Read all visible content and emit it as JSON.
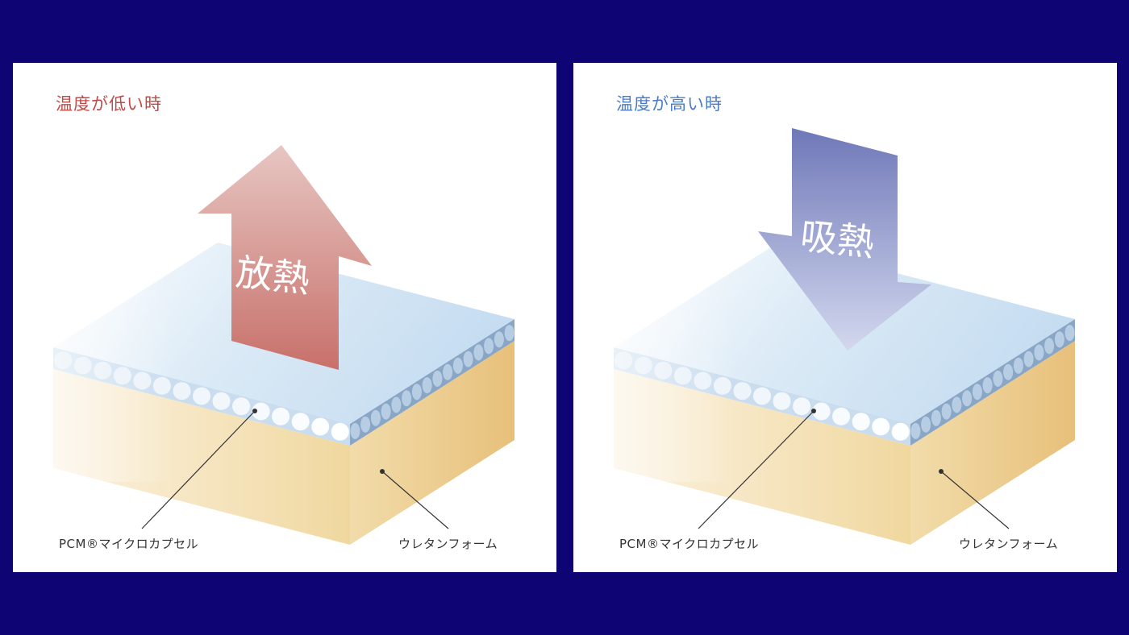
{
  "left_panel": {
    "title": "温度が低い時",
    "arrow_label": "放熱",
    "arrow_direction": "up",
    "arrow_color": "#c8726b",
    "pcm_label": "PCM®マイクロカプセル",
    "foam_label": "ウレタンフォーム"
  },
  "right_panel": {
    "title": "温度が高い時",
    "arrow_label": "吸熱",
    "arrow_direction": "down",
    "arrow_color": "#7b85c2",
    "pcm_label": "PCM®マイクロカプセル",
    "foam_label": "ウレタンフォーム"
  },
  "colors": {
    "background": "#0e0473",
    "foam": "#f1d9a0",
    "pcm_layer": "#cfe4f4",
    "capsule": "#ffffff"
  }
}
